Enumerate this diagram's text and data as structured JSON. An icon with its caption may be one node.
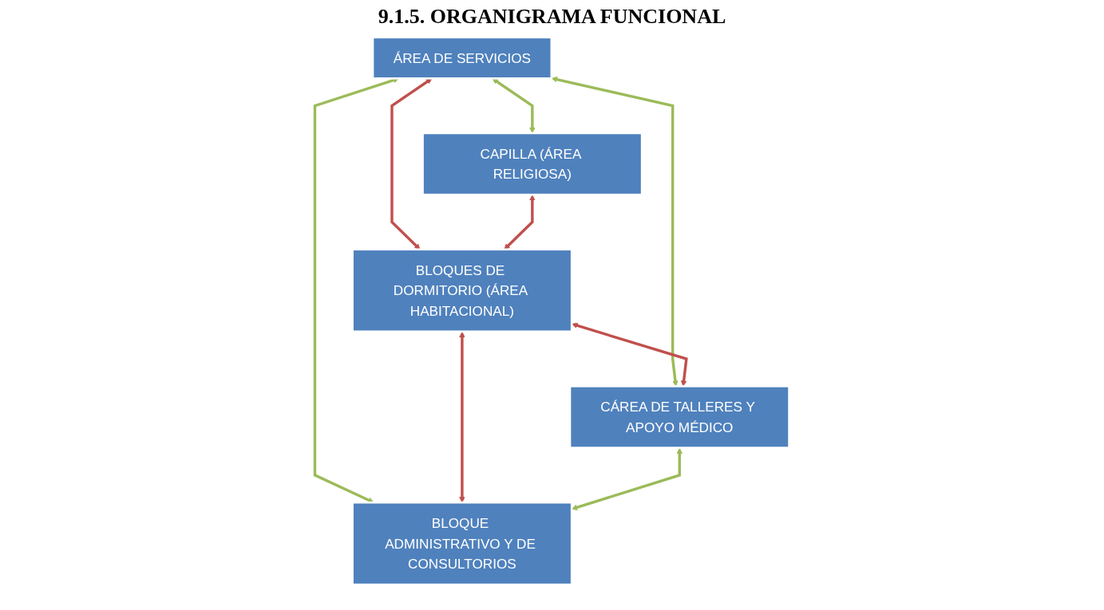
{
  "diagram": {
    "title": "9.1.5. ORGANIGRAMA FUNCIONAL",
    "nodes": [
      {
        "text": [
          "ÁREA DE SERVICIOS"
        ]
      },
      {
        "text": [
          "CAPILLA (ÁREA RELIGIOSA)"
        ]
      },
      {
        "text": [
          "BLOQUES DE DORMITORIO (ÁREA HABITACIONAL)"
        ]
      },
      {
        "text": [
          "BLOQUE ADMINISTRATIVO Y DE CONSULTORIOS"
        ]
      },
      {
        "text": [
          "CÁREA DE TALLERES Y APOYO MÉDICO"
        ]
      }
    ],
    "edges": [
      {
        "from": 0,
        "to": 1,
        "arrow": "both",
        "color": "#9bbb59"
      },
      {
        "from": 0,
        "to": 2,
        "arrow": "both",
        "color": "#c0504d"
      },
      {
        "from": 1,
        "to": 2,
        "arrow": "both",
        "color": "#c0504d"
      },
      {
        "from": 0,
        "to": 3,
        "arrow": "both",
        "color": "#9bbb59"
      },
      {
        "from": 0,
        "to": 4,
        "arrow": "both",
        "color": "#9bbb59"
      },
      {
        "from": 2,
        "to": 3,
        "arrow": "both",
        "color": "#c0504d"
      },
      {
        "from": 2,
        "to": 4,
        "arrow": "both",
        "color": "#c0504d"
      },
      {
        "from": 4,
        "to": 3,
        "arrow": "both",
        "color": "#9bbb59"
      }
    ]
  }
}
